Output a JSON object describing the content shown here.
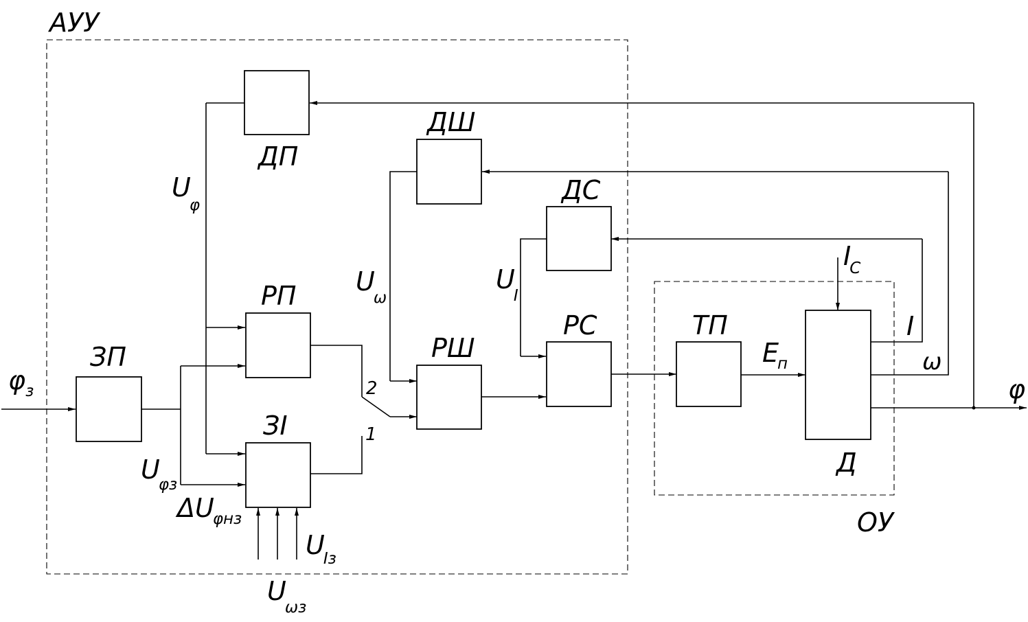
{
  "regions": {
    "control_device": "АУУ",
    "control_object": "ОУ"
  },
  "blocks": {
    "zp": "ЗП",
    "dp": "ДП",
    "dsh": "ДШ",
    "ds": "ДС",
    "rp": "РП",
    "zi": "ЗI",
    "rsh": "РШ",
    "rs": "РС",
    "tp": "ТП",
    "d": "Д"
  },
  "signals": {
    "phi_z": {
      "main": "φ",
      "sub": "з"
    },
    "u_phi": {
      "main": "U",
      "sub": "φ"
    },
    "u_omega": {
      "main": "U",
      "sub": "ω"
    },
    "u_i": {
      "main": "U",
      "sub": "I"
    },
    "u_phiz": {
      "main": "U",
      "sub": "φз"
    },
    "du_phinz": {
      "main": "ΔU",
      "sub": "φнз"
    },
    "u_iz": {
      "main": "U",
      "sub": "Iз"
    },
    "u_omegaz": {
      "main": "U",
      "sub": "ωз"
    },
    "e_p": {
      "main": "E",
      "sub": "п"
    },
    "i_c": {
      "main": "I",
      "sub": "C"
    },
    "i_out": "I",
    "omega_out": "ω",
    "phi_out": "φ"
  },
  "switch": {
    "pos1": "1",
    "pos2": "2"
  }
}
